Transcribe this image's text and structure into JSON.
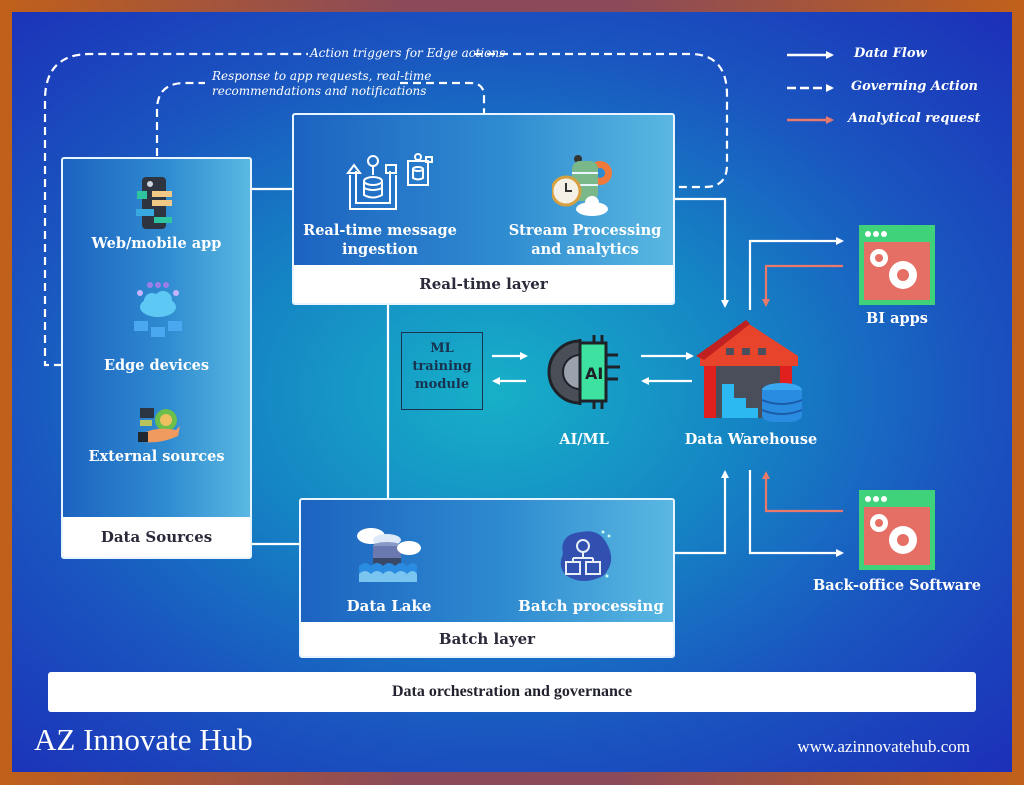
{
  "legend": {
    "items": [
      {
        "style": "solid",
        "color": "#ffffff",
        "label": "Data Flow"
      },
      {
        "style": "dashed",
        "color": "#ffffff",
        "label": "Governing Action"
      },
      {
        "style": "solid",
        "color": "#e8796b",
        "label": "Analytical request"
      }
    ]
  },
  "annotations": {
    "edge_actions": "Action triggers for Edge actions",
    "app_response_line1": "Response to app requests, real-time",
    "app_response_line2": "recommendations and notifications"
  },
  "data_sources": {
    "title": "Data Sources",
    "items": [
      {
        "label": "Web/mobile app",
        "icon": "mobile-app-icon"
      },
      {
        "label": "Edge devices",
        "icon": "cloud-network-icon"
      },
      {
        "label": "External sources",
        "icon": "external-sources-icon"
      }
    ]
  },
  "realtime_layer": {
    "title": "Real-time layer",
    "ingestion_line1": "Real-time message",
    "ingestion_line2": "ingestion",
    "stream_line1": "Stream Processing",
    "stream_line2": "and analytics"
  },
  "ml": {
    "training_line1": "ML",
    "training_line2": "training",
    "training_line3": "module",
    "ai_label": "AI/ML",
    "ai_chip_text": "AI"
  },
  "warehouse": {
    "label": "Data Warehouse"
  },
  "consumers": {
    "bi": "BI apps",
    "backoffice": "Back-office Software"
  },
  "batch_layer": {
    "title": "Batch layer",
    "lake": "Data Lake",
    "processing": "Batch processing"
  },
  "governance": "Data orchestration and governance",
  "brand": "AZ Innovate Hub",
  "url": "www.azinnovatehub.com",
  "colors": {
    "analytical": "#e8796b",
    "app_green": "#3fd27a",
    "app_red": "#e56f64",
    "warehouse_red": "#e8432b"
  }
}
